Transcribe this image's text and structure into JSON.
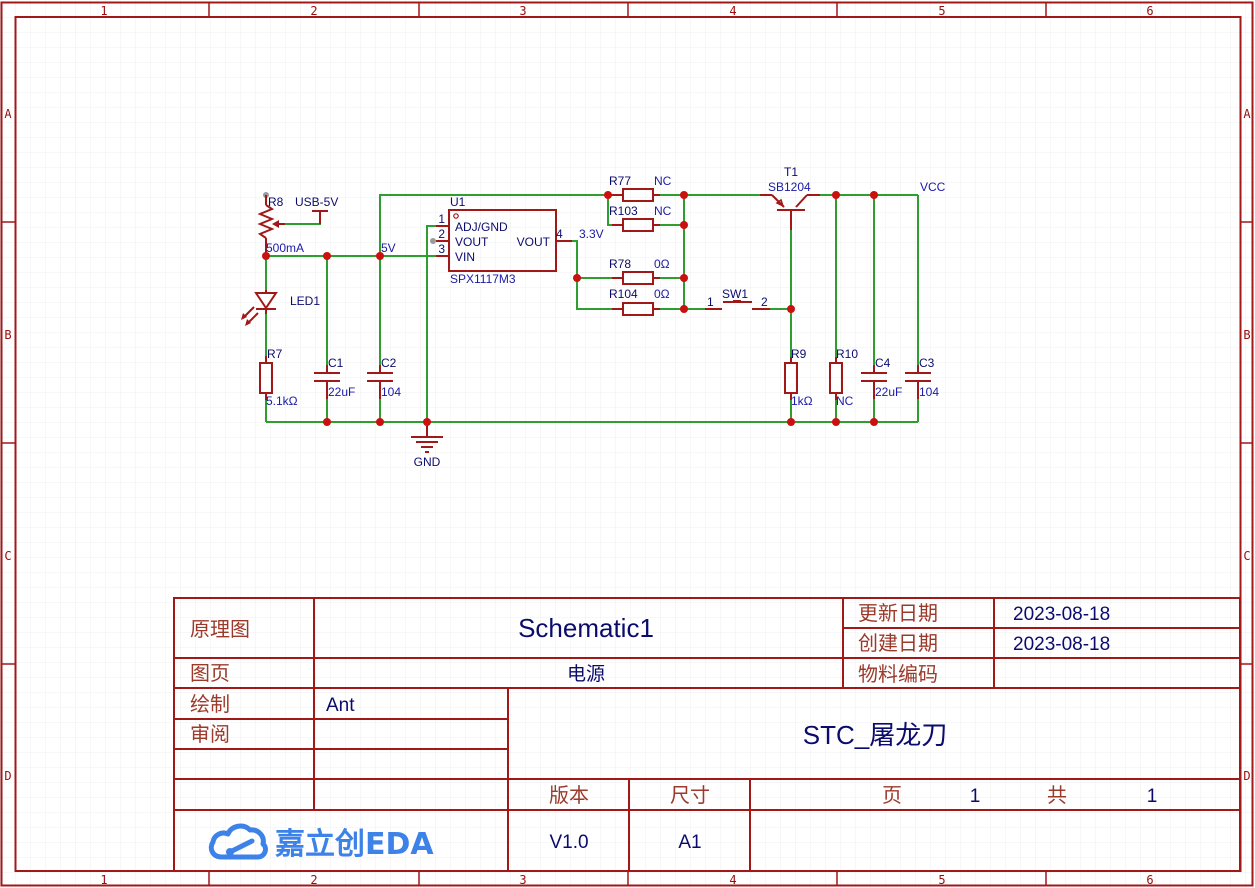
{
  "frame": {
    "columns": [
      "1",
      "2",
      "3",
      "4",
      "5",
      "6"
    ],
    "rows": [
      "A",
      "B",
      "C",
      "D"
    ]
  },
  "schematic": {
    "nets": {
      "usb_5v": "USB-5V",
      "net_500ma": "500mA",
      "net_5v": "5V",
      "net_3v3": "3.3V",
      "vcc": "VCC",
      "gnd": "GND"
    },
    "components": {
      "R8": {
        "ref": "R8"
      },
      "LED1": {
        "ref": "LED1"
      },
      "R7": {
        "ref": "R7",
        "value": "5.1kΩ"
      },
      "C1": {
        "ref": "C1",
        "value": "22uF"
      },
      "C2": {
        "ref": "C2",
        "value": "104"
      },
      "U1": {
        "ref": "U1",
        "value": "SPX1117M3",
        "pins": [
          {
            "num": "1",
            "name": "ADJ/GND"
          },
          {
            "num": "2",
            "name": "VOUT"
          },
          {
            "num": "3",
            "name": "VIN"
          },
          {
            "num": "4",
            "name": "VOUT"
          }
        ]
      },
      "R77": {
        "ref": "R77",
        "value": "NC"
      },
      "R103": {
        "ref": "R103",
        "value": "NC"
      },
      "R78": {
        "ref": "R78",
        "value": "0Ω"
      },
      "R104": {
        "ref": "R104",
        "value": "0Ω"
      },
      "SW1": {
        "ref": "SW1",
        "pin1": "1",
        "pin2": "2"
      },
      "T1": {
        "ref": "T1",
        "value": "SB1204"
      },
      "R9": {
        "ref": "R9",
        "value": "1kΩ"
      },
      "R10": {
        "ref": "R10",
        "value": "NC"
      },
      "C4": {
        "ref": "C4",
        "value": "22uF"
      },
      "C3": {
        "ref": "C3",
        "value": "104"
      }
    }
  },
  "title_block": {
    "labels": {
      "schematic": "原理图",
      "page": "图页",
      "drawn": "绘制",
      "review": "审阅",
      "updated": "更新日期",
      "created": "创建日期",
      "material_code": "物料编码",
      "version": "版本",
      "size": "尺寸",
      "sheet": "页",
      "total": "共"
    },
    "values": {
      "schematic_name": "Schematic1",
      "page_name": "电源",
      "drawn_by": "Ant",
      "reviewed_by": "",
      "updated_date": "2023-08-18",
      "created_date": "2023-08-18",
      "material_code": "",
      "project": "STC_屠龙刀",
      "version": "V1.0",
      "size": "A1",
      "sheet_num": "1",
      "sheet_total": "1"
    },
    "logo_text": "嘉立创EDA"
  }
}
